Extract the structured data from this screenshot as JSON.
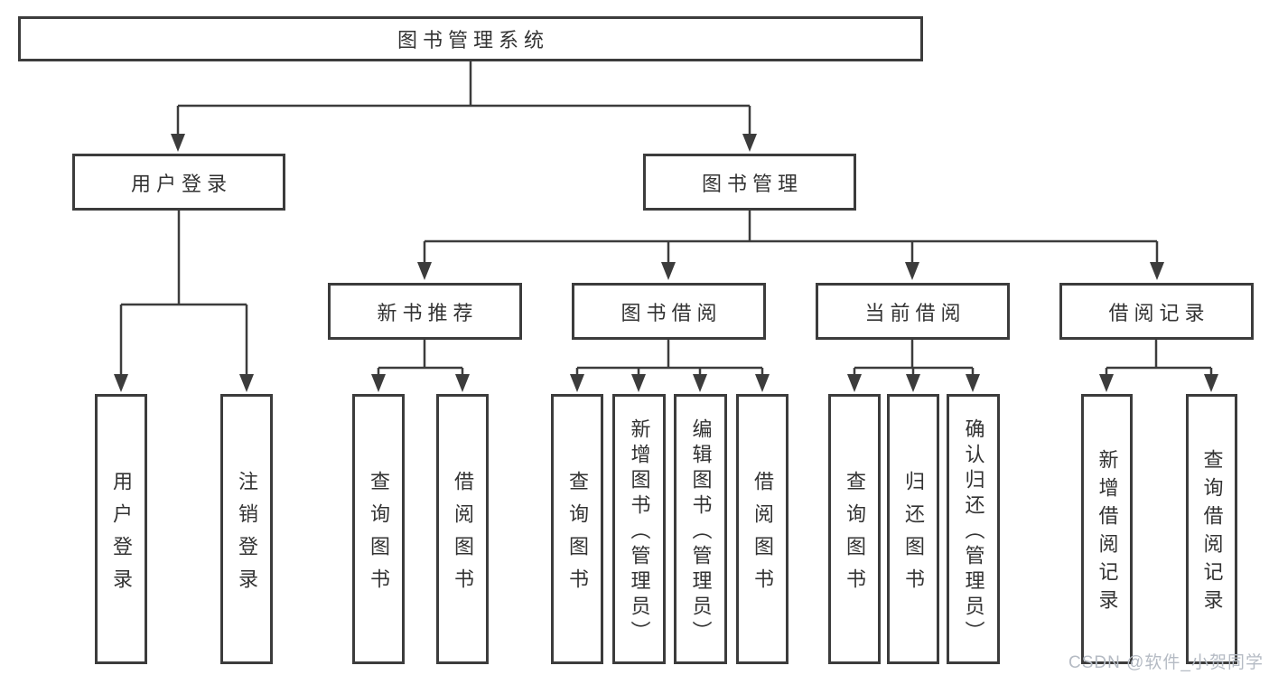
{
  "title": "图书管理系统",
  "branches": [
    {
      "label": "用户登录",
      "children": [
        {
          "label": "用户登录"
        },
        {
          "label": "注销登录"
        }
      ]
    },
    {
      "label": "图书管理",
      "children": [
        {
          "label": "新书推荐",
          "children": [
            {
              "label": "查询图书"
            },
            {
              "label": "借阅图书"
            }
          ]
        },
        {
          "label": "图书借阅",
          "children": [
            {
              "label": "查询图书"
            },
            {
              "label": "新增图书（管理员）"
            },
            {
              "label": "编辑图书（管理员）"
            },
            {
              "label": "借阅图书"
            }
          ]
        },
        {
          "label": "当前借阅",
          "children": [
            {
              "label": "查询图书"
            },
            {
              "label": "归还图书"
            },
            {
              "label": "确认归还（管理员）"
            }
          ]
        },
        {
          "label": "借阅记录",
          "children": [
            {
              "label": "新增借阅记录"
            },
            {
              "label": "查询借阅记录"
            }
          ]
        }
      ]
    }
  ],
  "watermark": "CSDN @软件_小贺同学",
  "colors": {
    "line": "#3c3c3c",
    "text": "#333333",
    "watermark": "#b5bbc4",
    "background": "#ffffff"
  }
}
